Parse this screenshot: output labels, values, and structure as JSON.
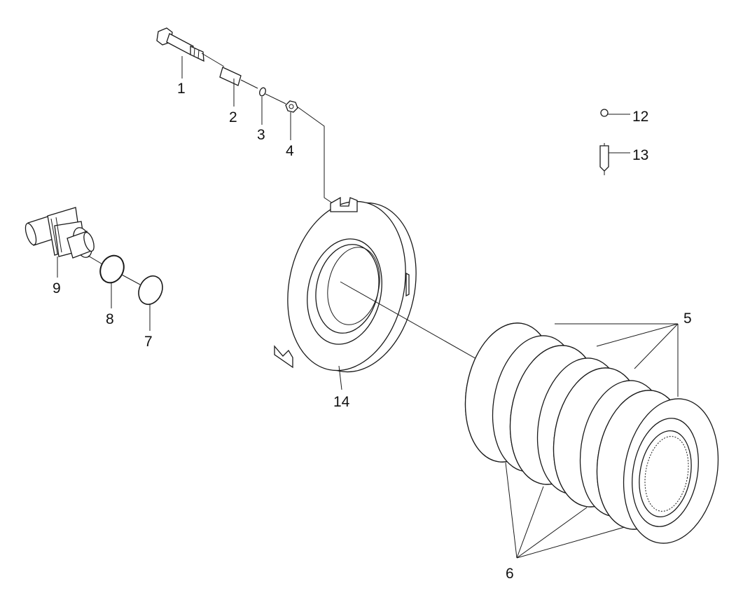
{
  "callouts": {
    "c1": "1",
    "c2": "2",
    "c3": "3",
    "c4": "4",
    "c5": "5",
    "c6": "6",
    "c7": "7",
    "c8": "8",
    "c9": "9",
    "c12": "12",
    "c13": "13",
    "c14": "14"
  }
}
